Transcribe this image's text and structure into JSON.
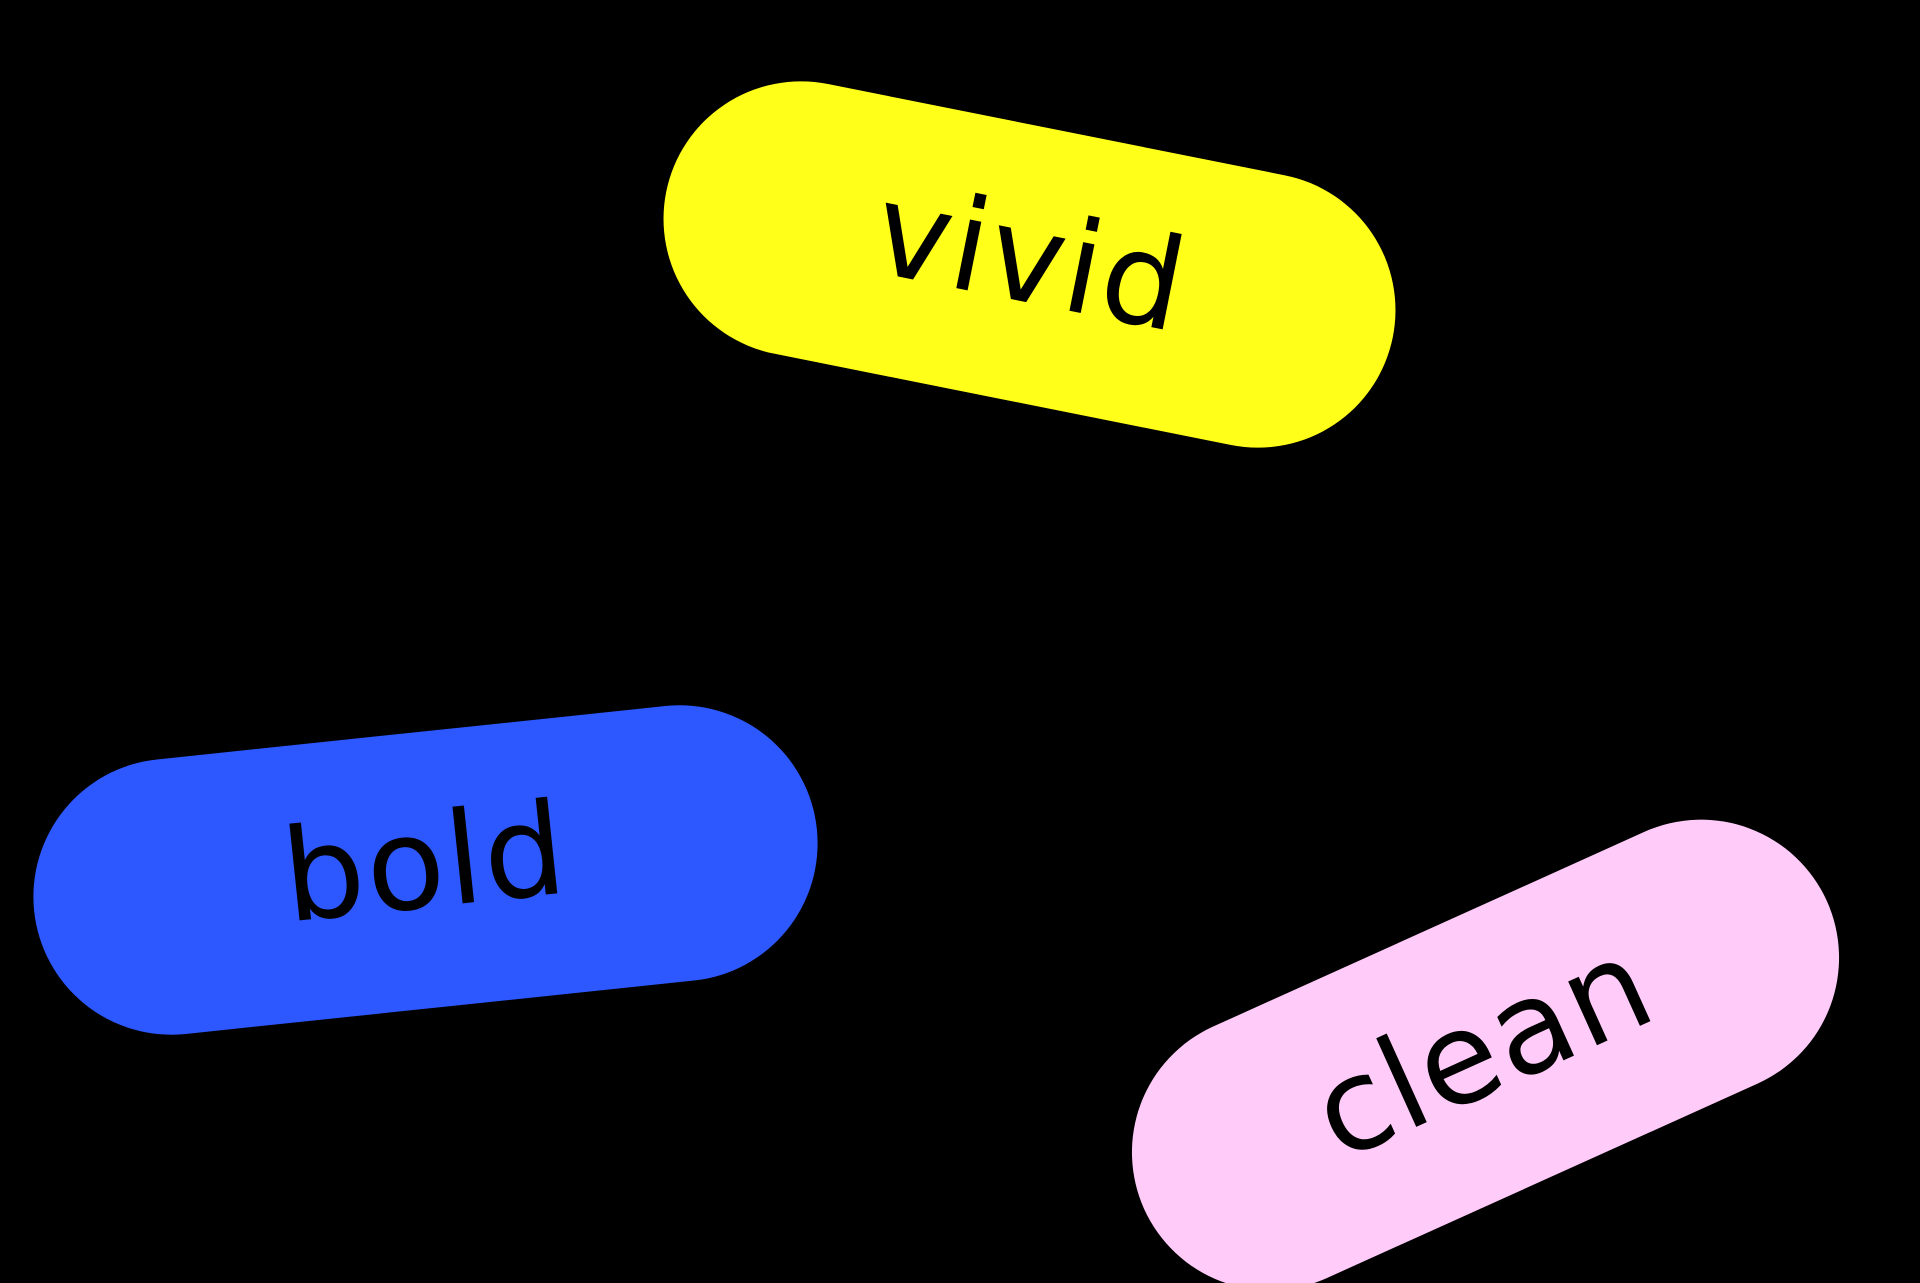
{
  "pills": {
    "vivid": {
      "label": "vivid",
      "color": "#FFFF1A"
    },
    "bold": {
      "label": "bold",
      "color": "#2D58FF"
    },
    "clean": {
      "label": "clean",
      "color": "#FFCCF9"
    }
  },
  "background_color": "#000000"
}
